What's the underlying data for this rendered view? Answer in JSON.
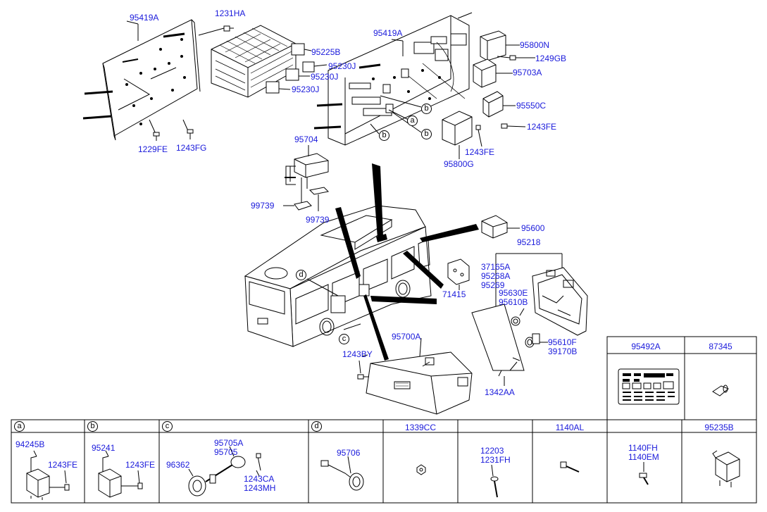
{
  "upper_left": {
    "panel": "95419A",
    "screw_top": "1231HA",
    "relay_1": "95225B",
    "relay_2": "95230J",
    "relay_3": "95230J",
    "relay_4": "95230J",
    "screw_left": "1229FE",
    "screw_right": "1243FG"
  },
  "upper_right": {
    "panel": "95419A",
    "unit_a": "95800N",
    "screw_a": "1249GB",
    "unit_b": "95703A",
    "unit_c": "95550C",
    "screw_c": "1243FE",
    "screw_d": "1243FE",
    "unit_d": "95800G"
  },
  "middle": {
    "buzzer": "95704",
    "connector_1": "99739",
    "connector_2": "99739",
    "ecm": "95600",
    "box": "95218",
    "box_parts": "37165A\n95268A\n95269",
    "bracket": "71415",
    "knob_1": "95630E\n95610B",
    "knob_2": "95610F\n39170B",
    "clip": "1342AA",
    "tail_unit": "95700A",
    "screw_bus": "1243BY"
  },
  "circles": {
    "a": "a",
    "b": "b",
    "c": "c",
    "d": "d"
  },
  "side_box": {
    "left_header": "95492A",
    "right_header": "87345"
  },
  "bottom_table": {
    "headers": [
      "a",
      "b",
      "c",
      "d",
      "1339CC",
      "",
      "1140AL",
      "",
      "95235B"
    ],
    "a_parts": [
      "94245B",
      "1243FE"
    ],
    "b_parts": [
      "95241",
      "1243FE"
    ],
    "c_parts": [
      "95705A\n95705",
      "96362",
      "1243CA\n1243MH"
    ],
    "d_parts": [
      "95706"
    ],
    "f_parts": [
      "12203\n1231FH"
    ],
    "h_parts": [
      "1140FH\n1140EM"
    ]
  }
}
